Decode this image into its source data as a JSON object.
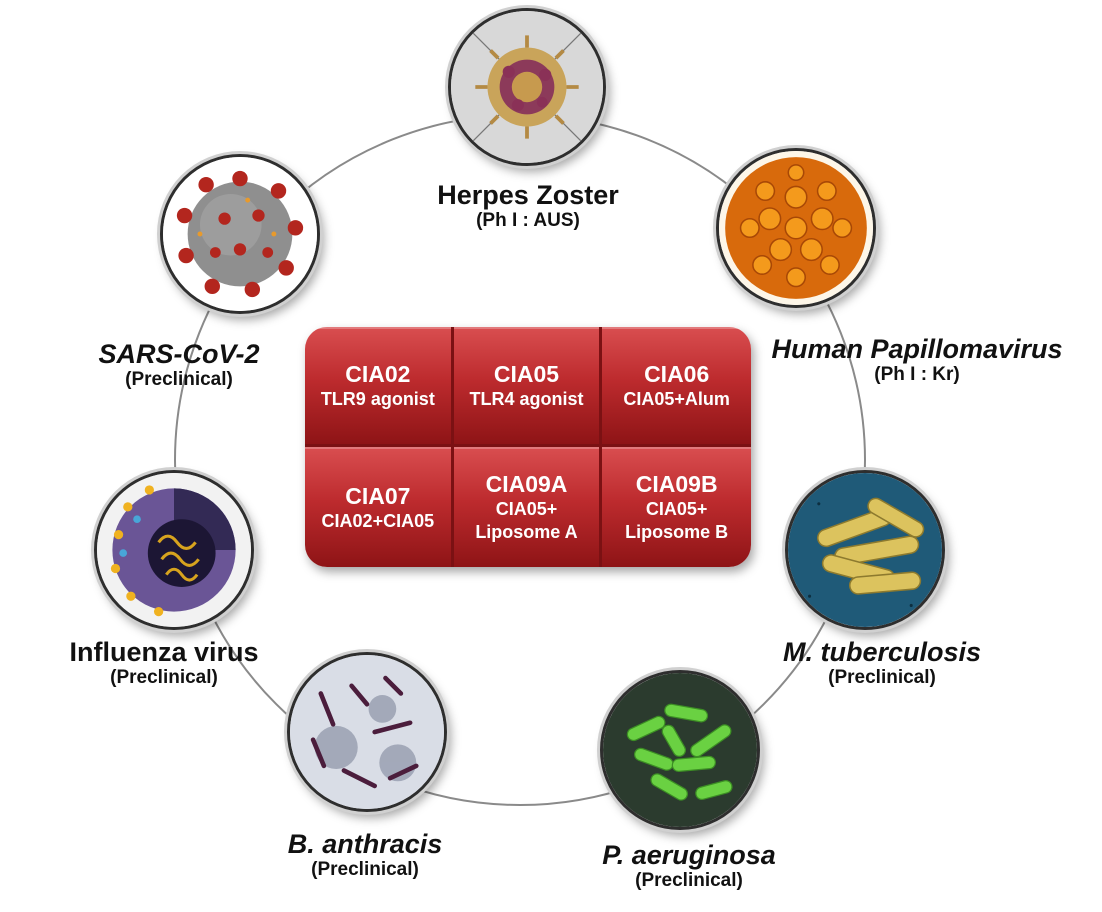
{
  "center_panel": {
    "cells": [
      {
        "code": "CIA02",
        "desc": "TLR9 agonist"
      },
      {
        "code": "CIA05",
        "desc": "TLR4 agonist"
      },
      {
        "code": "CIA06",
        "desc": "CIA05+Alum"
      },
      {
        "code": "CIA07",
        "desc": "CIA02+CIA05"
      },
      {
        "code": "CIA09A",
        "desc": "CIA05+\nLiposome A"
      },
      {
        "code": "CIA09B",
        "desc": "CIA05+\nLiposome B"
      }
    ],
    "color": "#c0282b"
  },
  "pathogens": [
    {
      "name": "Herpes Zoster",
      "status": "(Ph I : AUS)",
      "icon": "herpes-zoster-virus-image"
    },
    {
      "name": "Human Papillomavirus",
      "status": "(Ph I : Kr)",
      "icon": "hpv-virus-image"
    },
    {
      "name": "M. tuberculosis",
      "status": "(Preclinical)",
      "icon": "mycobacterium-image"
    },
    {
      "name": "P. aeruginosa",
      "status": "(Preclinical)",
      "icon": "pseudomonas-image"
    },
    {
      "name": "B. anthracis",
      "status": "(Preclinical)",
      "icon": "bacillus-image"
    },
    {
      "name": "Influenza virus",
      "status": "(Preclinical)",
      "icon": "influenza-virus-image"
    },
    {
      "name": "SARS-CoV-2",
      "status": "(Preclinical)",
      "icon": "coronavirus-image"
    }
  ]
}
